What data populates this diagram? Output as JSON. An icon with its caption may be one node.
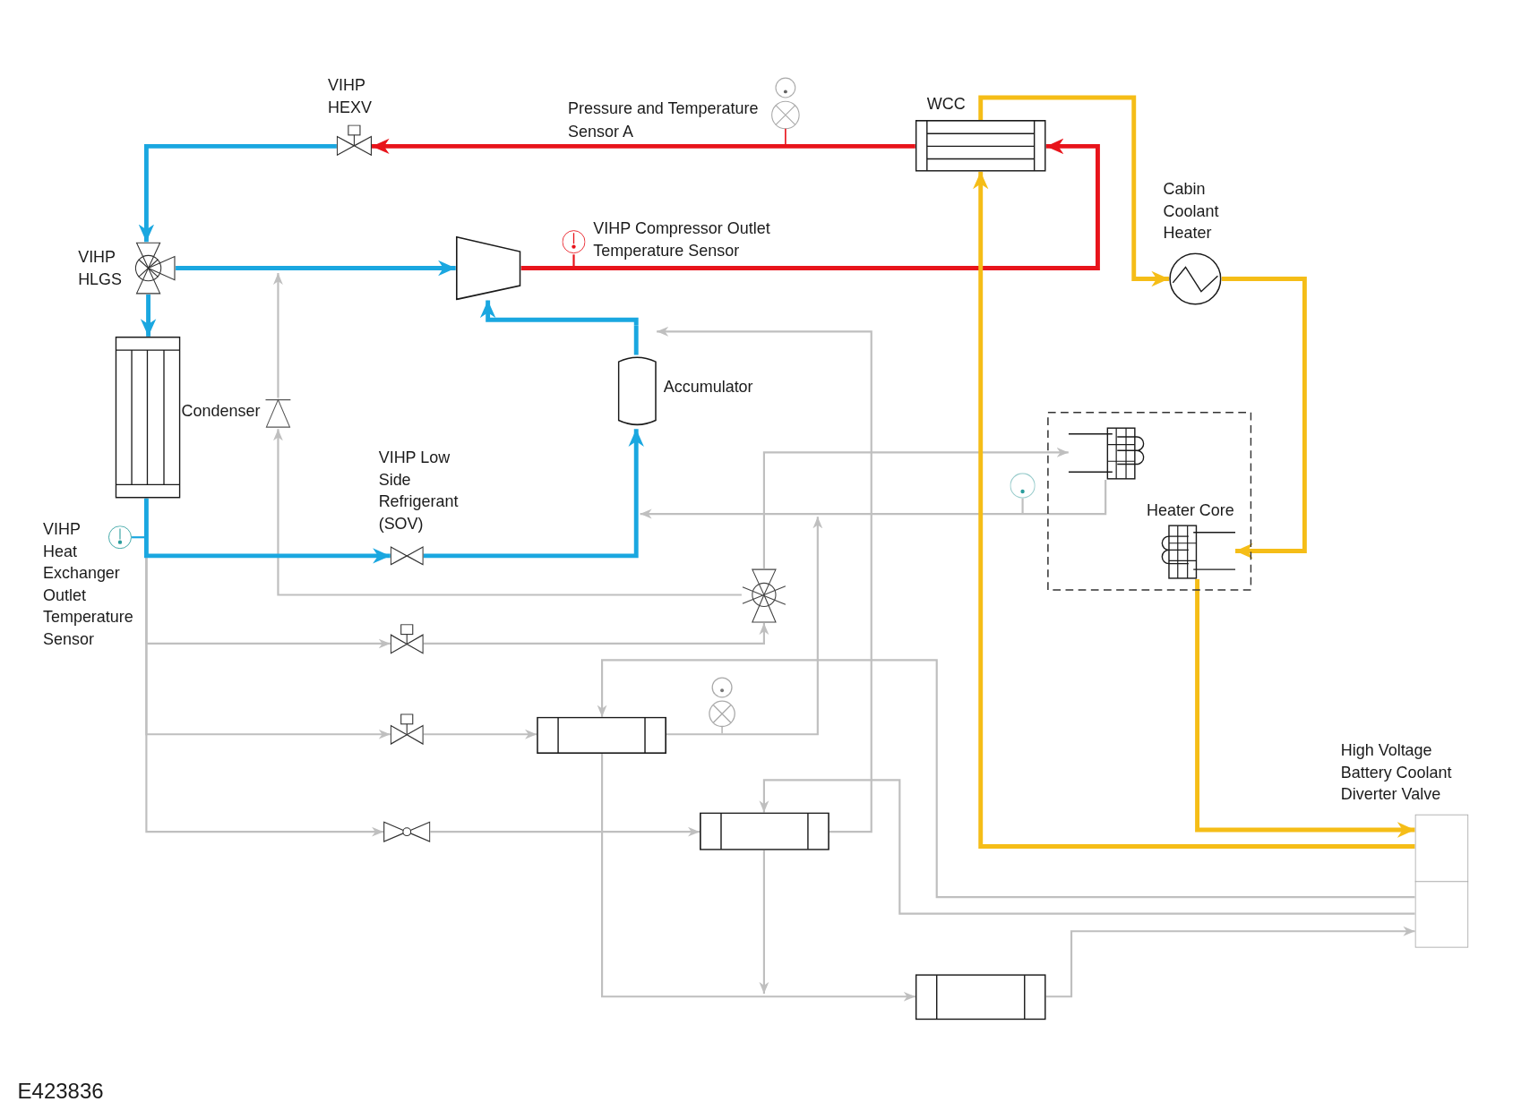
{
  "diagram": {
    "nodes": [
      {
        "text": [
          "VIHP HEXV"
        ]
      },
      {
        "text": [
          "Pressure and Temperature Sensor A"
        ]
      },
      {
        "text": [
          "WCC"
        ]
      },
      {
        "text": [
          "VIHP HLGS"
        ]
      },
      {
        "text": [],
        "shape": "trapezoid"
      },
      {
        "text": [
          "VIHP Compressor Outlet Temperature Sensor"
        ]
      },
      {
        "text": [
          "Cabin Coolant Heater"
        ]
      },
      {
        "text": [
          "Condenser"
        ]
      },
      {
        "text": [],
        "shape": "triangle"
      },
      {
        "text": [
          "Accumulator"
        ]
      },
      {
        "text": [
          "VIHP Low Side Refrigerant (SOV)"
        ]
      },
      {
        "text": [],
        "shape": "box"
      },
      {
        "text": [],
        "shape": "coil",
        "in": 11
      },
      {
        "text": [
          "Heater Core"
        ],
        "in": 11
      },
      {
        "text": [],
        "shape": "valve"
      },
      {
        "text": [],
        "shape": "valve"
      },
      {
        "text": [],
        "shape": "valve"
      },
      {
        "text": [],
        "shape": "valve"
      },
      {
        "text": [],
        "shape": "box"
      },
      {
        "text": [],
        "shape": "box"
      },
      {
        "text": [],
        "shape": "box"
      },
      {
        "text": [
          "High Voltage Battery Coolant Diverter Valve"
        ]
      },
      {
        "text": [
          "VIHP Heat Exchanger Outlet Temperature Sensor"
        ]
      },
      {
        "text": [],
        "shape": "circle"
      }
    ],
    "edges": [
      {
        "from": 0,
        "to": 3,
        "arrow": "to",
        "style": "thick",
        "color": "#1aa7e0"
      },
      {
        "from": 2,
        "to": 0,
        "arrow": "to",
        "style": "thick",
        "color": "#e8141b"
      },
      {
        "from": 3,
        "to": 4,
        "arrow": "to",
        "style": "thick",
        "color": "#1aa7e0"
      },
      {
        "from": 3,
        "to": 7,
        "arrow": "to",
        "style": "thick",
        "color": "#1aa7e0"
      },
      {
        "from": 4,
        "to": 2,
        "arrow": "to",
        "style": "thick",
        "color": "#e8141b"
      },
      {
        "from": 7,
        "to": 10,
        "arrow": "to",
        "style": "thick",
        "color": "#1aa7e0"
      },
      {
        "from": 10,
        "to": 9,
        "arrow": "to",
        "style": "thick",
        "color": "#1aa7e0"
      },
      {
        "from": 9,
        "to": 4,
        "arrow": "to",
        "style": "thick",
        "color": "#1aa7e0"
      },
      {
        "from": 2,
        "to": 6,
        "arrow": "to",
        "style": "thick",
        "color": "#f5bd17"
      },
      {
        "from": 6,
        "to": 13,
        "arrow": "to",
        "style": "thick",
        "color": "#f5bd17"
      },
      {
        "from": 13,
        "to": 21,
        "arrow": "to",
        "style": "thick",
        "color": "#f5bd17"
      },
      {
        "from": 21,
        "to": 2,
        "arrow": "to",
        "style": "thick",
        "color": "#f5bd17"
      },
      {
        "from": 14,
        "to": 8,
        "arrow": "to"
      },
      {
        "from": 8,
        "to": null,
        "arrow": "to"
      },
      {
        "from": 7,
        "to": 15,
        "arrow": "to"
      },
      {
        "from": 7,
        "to": 16,
        "arrow": "to"
      },
      {
        "from": 7,
        "to": 17,
        "arrow": "to"
      },
      {
        "from": 15,
        "to": 14,
        "arrow": "to"
      },
      {
        "from": 14,
        "to": 12,
        "arrow": "to"
      },
      {
        "from": 16,
        "to": 18,
        "arrow": "to"
      },
      {
        "from": 17,
        "to": 19,
        "arrow": "to"
      },
      {
        "from": 12,
        "to": null,
        "arrow": "to"
      },
      {
        "from": 18,
        "to": null,
        "arrow": "to"
      },
      {
        "from": 19,
        "to": 9,
        "arrow": "to"
      },
      {
        "from": 18,
        "to": 20,
        "arrow": "to"
      },
      {
        "from": 19,
        "to": null,
        "arrow": "to"
      },
      {
        "from": 20,
        "to": 21,
        "arrow": "to"
      },
      {
        "from": 21,
        "to": 18,
        "arrow": "to"
      },
      {
        "from": 21,
        "to": 19,
        "arrow": "to"
      },
      {
        "from": 22,
        "to": null,
        "arrow": "none",
        "color": "#1aa7e0"
      },
      {
        "from": 5,
        "to": null,
        "arrow": "none",
        "color": "#e8141b"
      },
      {
        "from": 23,
        "to": null,
        "arrow": "none"
      }
    ],
    "labels": [
      "E423836"
    ]
  }
}
